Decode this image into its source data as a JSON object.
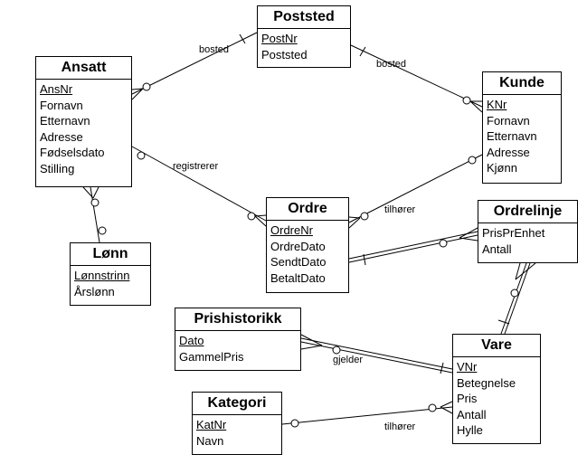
{
  "entities": {
    "poststed": {
      "name": "Poststed",
      "attributes": [
        {
          "text": "PostNr",
          "pk": true
        },
        {
          "text": "Poststed",
          "pk": false
        }
      ]
    },
    "ansatt": {
      "name": "Ansatt",
      "attributes": [
        {
          "text": "AnsNr",
          "pk": true
        },
        {
          "text": "Fornavn",
          "pk": false
        },
        {
          "text": "Etternavn",
          "pk": false
        },
        {
          "text": "Adresse",
          "pk": false
        },
        {
          "text": "Fødselsdato",
          "pk": false
        },
        {
          "text": "Stilling",
          "pk": false
        }
      ]
    },
    "kunde": {
      "name": "Kunde",
      "attributes": [
        {
          "text": "KNr",
          "pk": true
        },
        {
          "text": "Fornavn",
          "pk": false
        },
        {
          "text": "Etternavn",
          "pk": false
        },
        {
          "text": "Adresse",
          "pk": false
        },
        {
          "text": "Kjønn",
          "pk": false
        }
      ]
    },
    "ordre": {
      "name": "Ordre",
      "attributes": [
        {
          "text": "OrdreNr",
          "pk": true
        },
        {
          "text": "OrdreDato",
          "pk": false
        },
        {
          "text": "SendtDato",
          "pk": false
        },
        {
          "text": "BetaltDato",
          "pk": false
        }
      ]
    },
    "ordrelinje": {
      "name": "Ordrelinje",
      "attributes": [
        {
          "text": "PrisPrEnhet",
          "pk": false
        },
        {
          "text": "Antall",
          "pk": false
        }
      ]
    },
    "lonn": {
      "name": "Lønn",
      "attributes": [
        {
          "text": "Lønnstrinn",
          "pk": true
        },
        {
          "text": "Årslønn",
          "pk": false
        }
      ]
    },
    "prishistorikk": {
      "name": "Prishistorikk",
      "attributes": [
        {
          "text": "Dato",
          "pk": true
        },
        {
          "text": "GammelPris",
          "pk": false
        }
      ]
    },
    "vare": {
      "name": "Vare",
      "attributes": [
        {
          "text": "VNr",
          "pk": true
        },
        {
          "text": "Betegnelse",
          "pk": false
        },
        {
          "text": "Pris",
          "pk": false
        },
        {
          "text": "Antall",
          "pk": false
        },
        {
          "text": "Hylle",
          "pk": false
        }
      ]
    },
    "kategori": {
      "name": "Kategori",
      "attributes": [
        {
          "text": "KatNr",
          "pk": true
        },
        {
          "text": "Navn",
          "pk": false
        }
      ]
    }
  },
  "relationships": {
    "ansatt_poststed": "bosted",
    "kunde_poststed": "bosted",
    "ansatt_ordre": "registrerer",
    "kunde_ordre": "tilhører",
    "prishistorikk_vare": "gjelder",
    "kategori_vare": "tilhører"
  }
}
